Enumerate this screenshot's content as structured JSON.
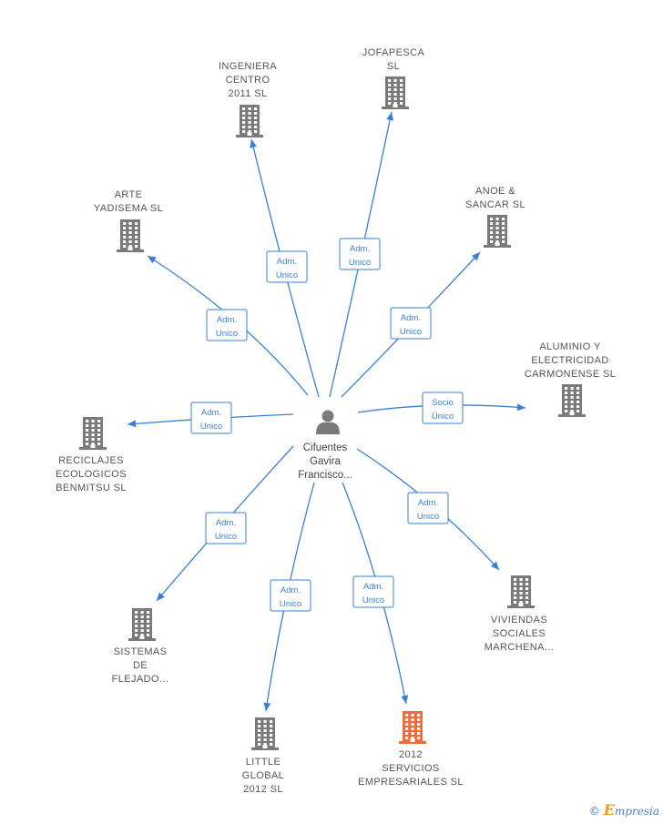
{
  "center": {
    "name_lines": [
      "Cifuentes",
      "Gavira",
      "Francisco..."
    ],
    "icon": "person-icon"
  },
  "companies": [
    {
      "id": "ingeniera",
      "lines": [
        "INGENIERA",
        "CENTRO",
        "2011 SL"
      ],
      "role_lines": [
        "Adm.",
        "Unico"
      ],
      "highlight": false,
      "icon": "building-icon"
    },
    {
      "id": "jofapesca",
      "lines": [
        "JOFAPESCA",
        "SL"
      ],
      "role_lines": [
        "Adm.",
        "Unico"
      ],
      "highlight": false,
      "icon": "building-icon"
    },
    {
      "id": "arte",
      "lines": [
        "ARTE",
        "YADISEMA  SL"
      ],
      "role_lines": [
        "Adm.",
        "Unico"
      ],
      "highlight": false,
      "icon": "building-icon"
    },
    {
      "id": "anoe",
      "lines": [
        "ANOE &",
        "SANCAR  SL"
      ],
      "role_lines": [
        "Adm.",
        "Unico"
      ],
      "highlight": false,
      "icon": "building-icon"
    },
    {
      "id": "aluminio",
      "lines": [
        "ALUMINIO Y",
        "ELECTRICIDAD",
        "CARMONENSE SL"
      ],
      "role_lines": [
        "Socio",
        "Único"
      ],
      "highlight": false,
      "icon": "building-icon"
    },
    {
      "id": "reciclajes",
      "lines": [
        "RECICLAJES",
        "ECOLOGICOS",
        "BENMITSU  SL"
      ],
      "role_lines": [
        "Adm.",
        "Unico"
      ],
      "highlight": false,
      "icon": "building-icon"
    },
    {
      "id": "viviendas",
      "lines": [
        "VIVIENDAS",
        "SOCIALES",
        "MARCHENA..."
      ],
      "role_lines": [
        "Adm.",
        "Unico"
      ],
      "highlight": false,
      "icon": "building-icon"
    },
    {
      "id": "sistemas",
      "lines": [
        "SISTEMAS",
        "DE",
        "FLEJADO..."
      ],
      "role_lines": [
        "Adm.",
        "Unico"
      ],
      "highlight": false,
      "icon": "building-icon"
    },
    {
      "id": "little",
      "lines": [
        "LITTLE",
        "GLOBAL",
        "2012 SL"
      ],
      "role_lines": [
        "Adm.",
        "Unico"
      ],
      "highlight": false,
      "icon": "building-icon"
    },
    {
      "id": "servicios",
      "lines": [
        "2012",
        "SERVICIOS",
        "EMPRESARIALES SL"
      ],
      "role_lines": [
        "Adm.",
        "Unico"
      ],
      "highlight": true,
      "icon": "building-icon"
    }
  ],
  "colors": {
    "edge": "#3a7fd5",
    "building": "#7a7a7a",
    "highlight_building": "#f06a3a"
  },
  "brand": {
    "copyright": "©",
    "initial": "E",
    "rest": "mpresia"
  }
}
